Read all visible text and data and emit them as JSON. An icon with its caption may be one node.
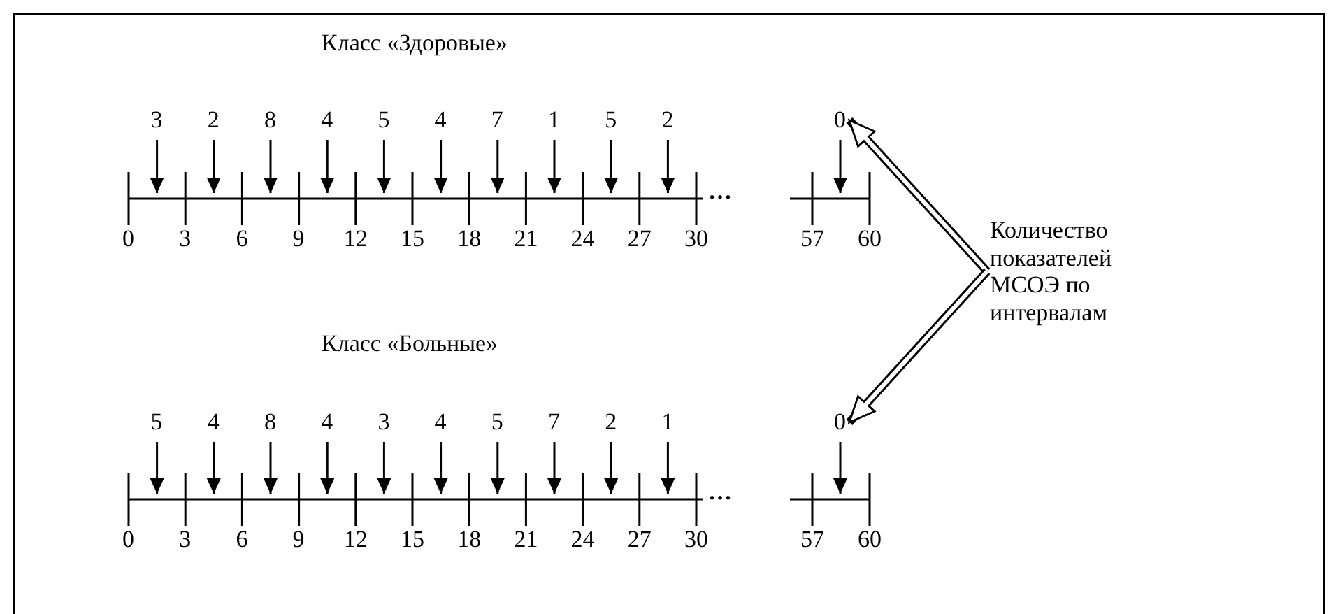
{
  "diagram": {
    "nodes": [
      {
        "text": [
          "3"
        ]
      },
      {
        "text": [
          "2"
        ]
      },
      {
        "text": [
          "8"
        ]
      },
      {
        "text": [
          "4"
        ]
      },
      {
        "text": [
          "5"
        ]
      },
      {
        "text": [
          "4"
        ]
      },
      {
        "text": [
          "7"
        ]
      },
      {
        "text": [
          "1"
        ]
      },
      {
        "text": [
          "5"
        ]
      },
      {
        "text": [
          "2"
        ]
      },
      {
        "text": [
          "0"
        ]
      },
      {
        "text": [
          "Количество показателей МСОЭ по интервалам"
        ]
      },
      {
        "text": [
          "5"
        ]
      },
      {
        "text": [
          "4"
        ]
      },
      {
        "text": [
          "8"
        ]
      },
      {
        "text": [
          "4"
        ]
      },
      {
        "text": [
          "3"
        ]
      },
      {
        "text": [
          "4"
        ]
      },
      {
        "text": [
          "5"
        ]
      },
      {
        "text": [
          "7"
        ]
      },
      {
        "text": [
          "2"
        ]
      },
      {
        "text": [
          "1"
        ]
      },
      {
        "text": [
          "0"
        ]
      }
    ],
    "edges": [
      {
        "from": 0,
        "to": null,
        "arrow": "to"
      },
      {
        "from": 1,
        "to": null,
        "arrow": "to"
      },
      {
        "from": 2,
        "to": null,
        "arrow": "to"
      },
      {
        "from": 3,
        "to": null,
        "arrow": "to"
      },
      {
        "from": 4,
        "to": null,
        "arrow": "to"
      },
      {
        "from": 5,
        "to": null,
        "arrow": "to"
      },
      {
        "from": 6,
        "to": null,
        "arrow": "to"
      },
      {
        "from": 7,
        "to": null,
        "arrow": "to"
      },
      {
        "from": 8,
        "to": null,
        "arrow": "to"
      },
      {
        "from": 9,
        "to": null,
        "arrow": "to"
      },
      {
        "from": 10,
        "to": null,
        "arrow": "to"
      },
      {
        "from": 11,
        "to": 10,
        "arrow": "to",
        "style": "thick"
      },
      {
        "from": 11,
        "to": 22,
        "arrow": "to",
        "style": "thick"
      },
      {
        "from": 12,
        "to": null,
        "arrow": "to"
      },
      {
        "from": 13,
        "to": null,
        "arrow": "to"
      },
      {
        "from": 14,
        "to": null,
        "arrow": "to"
      },
      {
        "from": 15,
        "to": null,
        "arrow": "to"
      },
      {
        "from": 16,
        "to": null,
        "arrow": "to"
      },
      {
        "from": 17,
        "to": null,
        "arrow": "to"
      },
      {
        "from": 18,
        "to": null,
        "arrow": "to"
      },
      {
        "from": 19,
        "to": null,
        "arrow": "to"
      },
      {
        "from": 20,
        "to": null,
        "arrow": "to"
      },
      {
        "from": 21,
        "to": null,
        "arrow": "to"
      },
      {
        "from": 22,
        "to": null,
        "arrow": "to"
      }
    ],
    "labels": [
      "Класс «Здоровые»",
      "…",
      "0",
      "3",
      "6",
      "9",
      "12",
      "15",
      "18",
      "21",
      "24",
      "27",
      "30",
      "57",
      "60",
      "Класс «Больные»",
      "…",
      "0",
      "3",
      "6",
      "9",
      "12",
      "15",
      "18",
      "21",
      "24",
      "27",
      "30",
      "57",
      "60"
    ]
  }
}
